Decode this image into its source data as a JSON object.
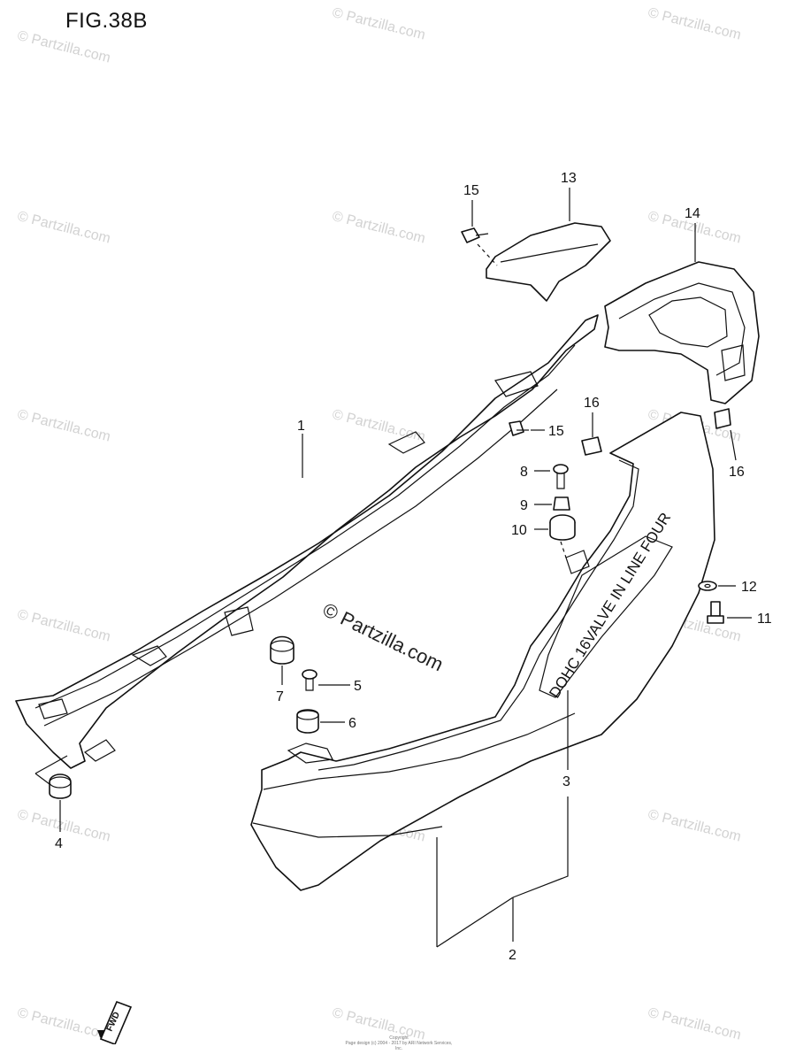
{
  "figure": {
    "title": "FIG.38B"
  },
  "watermark": {
    "text": "© Partzilla.com"
  },
  "center_watermark": {
    "text": "© Partzilla.com"
  },
  "decal": {
    "text": "DOHC 16VALVE IN LINE FOUR"
  },
  "fwd_badge": {
    "text": "FWD"
  },
  "callouts": [
    "1",
    "2",
    "3",
    "4",
    "5",
    "6",
    "7",
    "8",
    "9",
    "10",
    "11",
    "12",
    "13",
    "14",
    "15",
    "15",
    "16",
    "16"
  ],
  "footer": {
    "line1": "Copyright",
    "line2": "Page design (c) 2004 - 2017 by ARI Network Services, Inc."
  }
}
